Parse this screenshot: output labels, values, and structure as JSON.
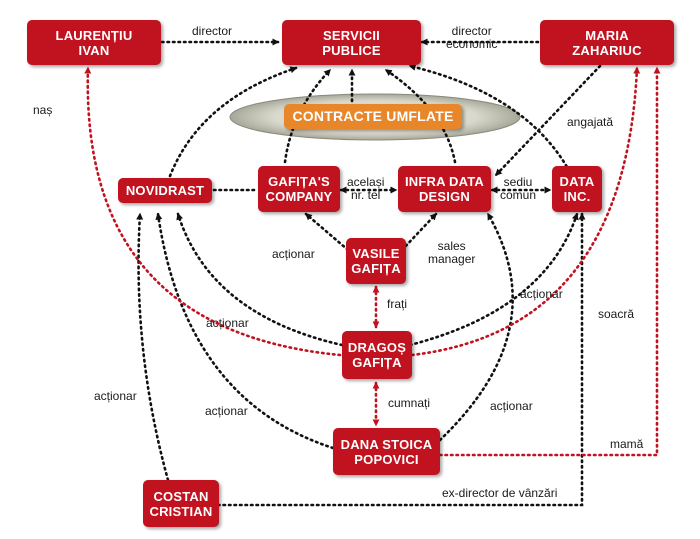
{
  "nodes": {
    "laurentiu_ivan": "LAURENȚIU\nIVAN",
    "servicii_publice": "SERVICII\nPUBLICE",
    "maria_zahariuc": "MARIA\nZAHARIUC",
    "contracte_umflate": "CONTRACTE UMFLATE",
    "novidrast": "NOVIDRAST",
    "gafitas_company": "GAFIȚA'S\nCOMPANY",
    "infra_data_design": "INFRA DATA\nDESIGN",
    "data_inc": "DATA\nINC.",
    "vasile_gafita": "VASILE\nGAFIȚA",
    "dragos_gafita": "DRAGOȘ\nGAFIȚA",
    "dana_stoica_popovici": "DANA STOICA\nPOPOVICI",
    "costan_cristian": "COSTAN\nCRISTIAN"
  },
  "labels": {
    "director": "director",
    "director_economic": "director\neconomic",
    "nas": "naș",
    "angajata": "angajată",
    "acelasi_nr_tel": "același\nnr. tel",
    "sediu_comun": "sediu\ncomun",
    "actionar_vasile": "acționar",
    "sales_manager": "sales\nmanager",
    "frati": "frați",
    "actionar_data_inc": "acționar",
    "actionar_novidrast": "acționar",
    "soacra": "soacră",
    "actionar_costan": "acționar",
    "actionar_dana": "acționar",
    "cumnati": "cumnați",
    "actionar_infra": "acționar",
    "mama": "mamă",
    "ex_director": "ex-director de vânzări"
  },
  "colors": {
    "node_red": "#c1121f",
    "node_orange": "#e8872a",
    "relation_black": "#111111",
    "relation_red": "#c1121f"
  }
}
